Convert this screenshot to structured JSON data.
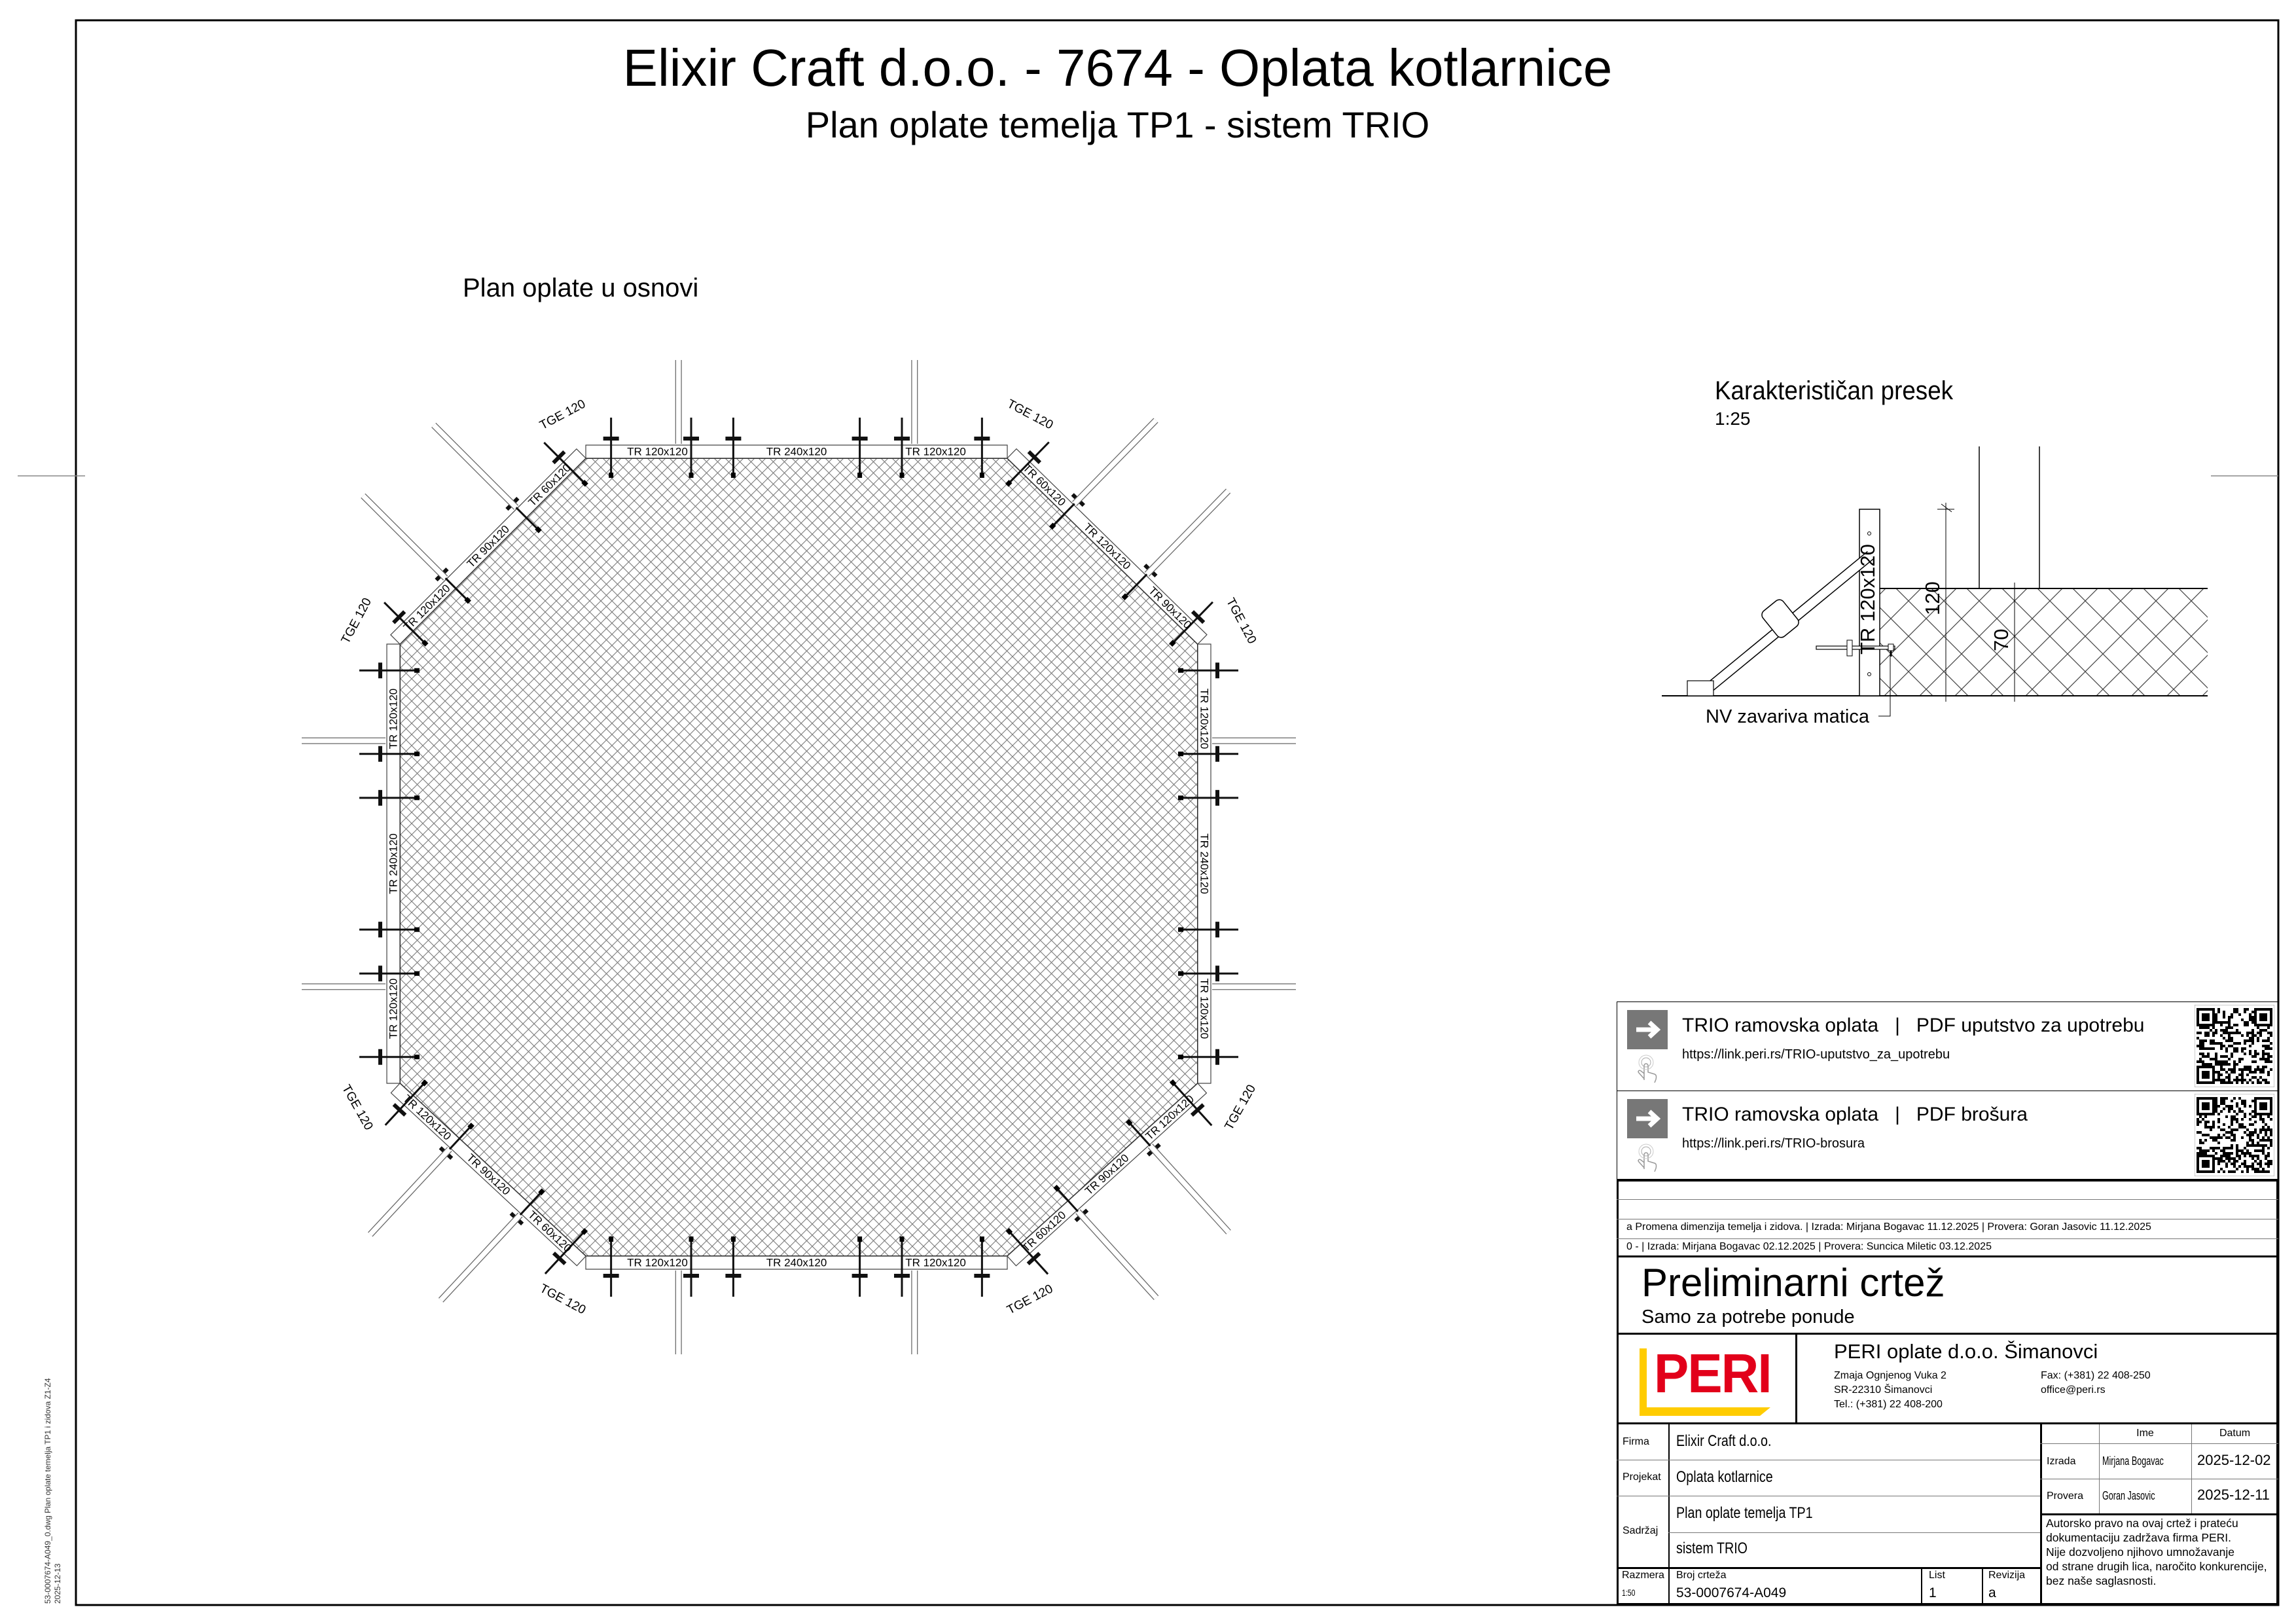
{
  "header": {
    "title": "Elixir Craft d.o.o. - 7674 - Oplata kotlarnice",
    "subtitle": "Plan oplate temelja TP1 - sistem TRIO"
  },
  "plan": {
    "title": "Plan oplate u osnovi",
    "corner_label": "TGE 120",
    "edges": [
      {
        "side": "top",
        "labels": [
          "TR 120x120",
          "TR 240x120",
          "TR 120x120"
        ]
      },
      {
        "side": "top-right",
        "labels": [
          "TR 60x120",
          "TR 120x120",
          "TR 90x120"
        ]
      },
      {
        "side": "right",
        "labels": [
          "TR 120x120",
          "TR 240x120",
          "TR 120x120"
        ]
      },
      {
        "side": "bottom-right",
        "labels": [
          "TR 120x120",
          "TR 90x120",
          "TR 60x120"
        ]
      },
      {
        "side": "bottom",
        "labels": [
          "TR 120x120",
          "TR 240x120",
          "TR 120x120"
        ]
      },
      {
        "side": "bottom-left",
        "labels": [
          "TR 60x120",
          "TR 90x120",
          "TR 120x120"
        ]
      },
      {
        "side": "left",
        "labels": [
          "TR 120x120",
          "TR 240x120",
          "TR 120x120"
        ]
      },
      {
        "side": "top-left",
        "labels": [
          "TR 120x120",
          "TR 90x120",
          "TR 60x120"
        ]
      }
    ]
  },
  "section": {
    "title": "Karakterističan presek",
    "scale": "1:25",
    "panel_label": "TR 120x120",
    "dim_height": "120",
    "dim_slab": "70",
    "nut_label": "NV zavariva matica"
  },
  "links": [
    {
      "title": "TRIO ramovska oplata   |   PDF uputstvo za upotrebu",
      "url": "https://link.peri.rs/TRIO-uputstvo_za_upotrebu",
      "icon": "arrow-right-icon"
    },
    {
      "title": "TRIO ramovska oplata   |   PDF brošura",
      "url": "https://link.peri.rs/TRIO-brosura",
      "icon": "arrow-right-icon"
    }
  ],
  "revisions": [
    "a Promena dimenzija temelja i zidova. | Izrada: Mirjana Bogavac 11.12.2025 | Provera: Goran Jasovic 11.12.2025",
    "0 - | Izrada: Mirjana Bogavac 02.12.2025 | Provera: Suncica Miletic 03.12.2025"
  ],
  "status": {
    "title": "Preliminarni crtež",
    "subtitle": "Samo za potrebe ponude"
  },
  "company": {
    "logo_text": "PERI",
    "name": "PERI oplate d.o.o. Šimanovci",
    "address1": "Zmaja Ognjenog Vuka 2",
    "address2": "SR-22310 Šimanovci",
    "phone": "Tel.: (+381) 22 408-200",
    "fax": "Fax: (+381) 22 408-250",
    "email": "office@peri.rs",
    "colors": {
      "red": "#e2001a",
      "yellow": "#ffcc00"
    }
  },
  "titleblock": {
    "firma_label": "Firma",
    "firma": "Elixir Craft d.o.o.",
    "projekat_label": "Projekat",
    "projekat": "Oplata kotlarnice",
    "sadrzaj_label": "Sadržaj",
    "sadrzaj1": "Plan oplate temelja TP1",
    "sadrzaj2": "sistem TRIO",
    "razmera_label": "Razmera",
    "razmera": "1:50",
    "broj_label": "Broj crteža",
    "broj": "53-0007674-A049",
    "list_label": "List",
    "list": "1",
    "revizija_label": "Revizija",
    "revizija": "a",
    "ime_label": "Ime",
    "datum_label": "Datum",
    "izrada_label": "Izrada",
    "izrada_ime": "Mirjana Bogavac",
    "izrada_datum": "2025-12-02",
    "provera_label": "Provera",
    "provera_ime": "Goran Jasovic",
    "provera_datum": "2025-12-11",
    "copyright": [
      "Autorsko pravo na ovaj crtež i prateću",
      "dokumentaciju zadržava firma PERI.",
      "Nije dozvoljeno njihovo umnožavanje",
      "od strane drugih lica, naročito konkurencije,",
      "bez naše saglasnosti."
    ]
  },
  "margin_note": {
    "file": "53-0007674-A049_0.dwg Plan oplate temelja TP1 i zidova Z1-Z4",
    "date": "2025-12-13"
  }
}
